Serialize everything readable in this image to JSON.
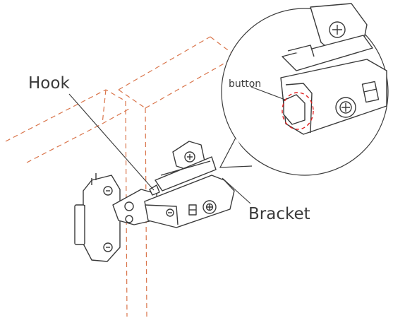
{
  "labels": {
    "hook": "Hook",
    "bracket": "Bracket",
    "button": "button"
  },
  "colors": {
    "line": "#3a3a3a",
    "dashed_outline": "#d9744a",
    "button_highlight": "#e02020",
    "background": "#ffffff"
  }
}
